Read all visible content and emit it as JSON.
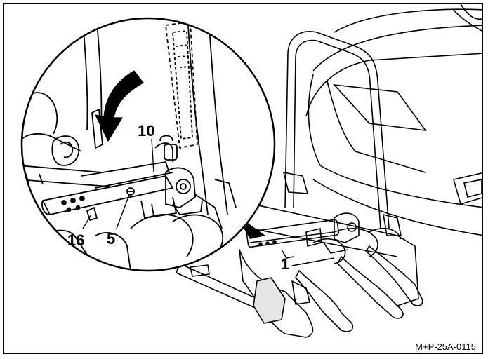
{
  "figure": {
    "callouts": {
      "c10": "10",
      "c5": "5",
      "c16": "16",
      "c1": "1"
    },
    "reference_code": "M+P-25A-0115"
  },
  "colors": {
    "ink": "#000000",
    "paper": "#ffffff",
    "shade": "#e6e6e6"
  }
}
